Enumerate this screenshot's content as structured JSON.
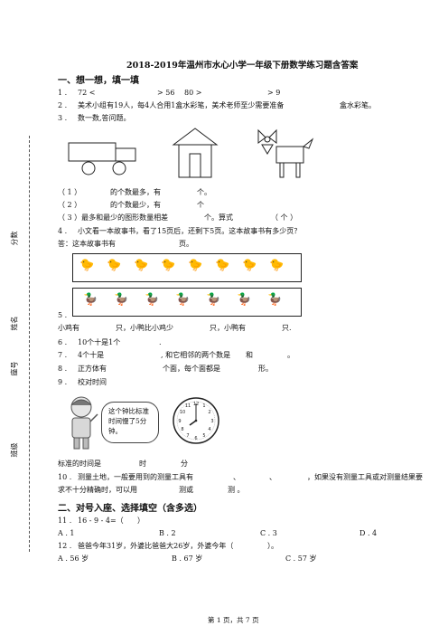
{
  "title": "2018-2019年温州市水心小学一年级下册数学练习题含答案",
  "sections": {
    "s1": "一、想一想，填一填",
    "s2": "二、对号入座、选择填空（含多选）"
  },
  "side": {
    "score": "分数",
    "name": "姓名",
    "id": "座号",
    "klass": "班级"
  },
  "q1": {
    "num": "1 .",
    "a": "72 <",
    "b": "> 56",
    "c": "80 >",
    "d": "> 9"
  },
  "q2": {
    "num": "2 .",
    "text": "美术小组有19人，每4人合用1盒水彩笔，美术老师至少需要准备",
    "tail": "盒水彩笔。"
  },
  "q3": {
    "num": "3 .",
    "text": "数一数,答问题。",
    "l1a": "（ 1 ）",
    "l1b": "的个数最多，有",
    "l1c": "个。",
    "l2a": "（ 2 ）",
    "l2b": "的个数最少，有",
    "l2c": "个",
    "l3": "（ 3 ）最多和最少的图形数量相差",
    "l3b": "个。算式",
    "l3c": "（ 个 ）"
  },
  "q4": {
    "num": "4 .",
    "text": "小文看一本故事书，看了15页后，还剩下5页。这本故事书有多少页？",
    "ans": "答：这本故事书有",
    "tail": "页。"
  },
  "q5": {
    "num": "5 .",
    "a": "小鸡有",
    "b": "只，小鸭比小鸡少",
    "c": "只，小鸭有",
    "d": "只."
  },
  "q6": {
    "num": "6 .",
    "text": "10个十是1个",
    "tail": "."
  },
  "q7": {
    "num": "7 .",
    "a": "4个十是",
    "b": ", 和它相邻的两个数是",
    "c": "和",
    "d": "。"
  },
  "q8": {
    "num": "8 .",
    "a": "正方体有",
    "b": "个面，每个面都是",
    "c": "形。"
  },
  "q9": {
    "num": "9 .",
    "text": "校对时间",
    "bubble": "这个钟比标准时间慢了5分钟。",
    "ans_a": "标准的时间是",
    "ans_b": "时",
    "ans_c": "分"
  },
  "q10": {
    "num": "10 .",
    "text": "测量土地，一般要用到的测量工具有",
    "mid1": "、",
    "mid2": "、",
    "tail": "，如果没有测量工具或对测量结果要",
    "line2a": "求不十分精确时，可以用",
    "line2b": "测或",
    "line2c": "测 。"
  },
  "q11": {
    "num": "11 .",
    "text": "16 - 9 - 4=（",
    "close": "）",
    "options": [
      "A . 1",
      "B . 2",
      "C . 3",
      "D . 4"
    ]
  },
  "q12": {
    "num": "12 .",
    "text": "爸爸今年31岁，外婆比爸爸大26岁，外婆今年（",
    "close": "）。",
    "options": [
      "A . 56 岁",
      "B . 67 岁",
      "C . 57 岁"
    ]
  },
  "footer": "第 1 页，共 7 页",
  "chick_glyph": "🐤",
  "duck_glyph": "🦆",
  "chick_count": 8,
  "duck_count": 7
}
